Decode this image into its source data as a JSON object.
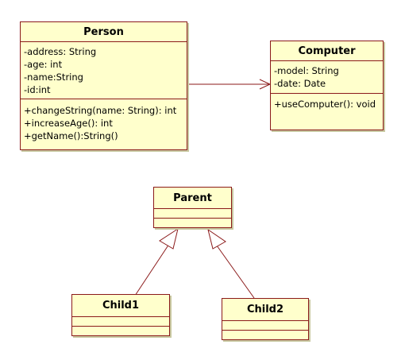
{
  "colors": {
    "class_fill": "#ffffcc",
    "class_border": "#8b1a1a",
    "edge_line": "#8b1a1a",
    "background": "#ffffff"
  },
  "classes": {
    "person": {
      "name": "Person",
      "attributes": [
        "-address: String",
        "-age: int",
        "-name:String",
        "-id:int"
      ],
      "operations": [
        "+changeString(name: String): int",
        "+increaseAge(): int",
        "+getName():String()"
      ]
    },
    "computer": {
      "name": "Computer",
      "attributes": [
        "-model: String",
        "-date: Date"
      ],
      "operations": [
        "+useComputer(): void"
      ]
    },
    "parent": {
      "name": "Parent",
      "attributes": [],
      "operations": []
    },
    "child1": {
      "name": "Child1",
      "attributes": [],
      "operations": []
    },
    "child2": {
      "name": "Child2",
      "attributes": [],
      "operations": []
    }
  },
  "relationships": [
    {
      "type": "association-navigable",
      "from": "Person",
      "to": "Computer"
    },
    {
      "type": "generalization",
      "from": "Child1",
      "to": "Parent"
    },
    {
      "type": "generalization",
      "from": "Child2",
      "to": "Parent"
    }
  ]
}
